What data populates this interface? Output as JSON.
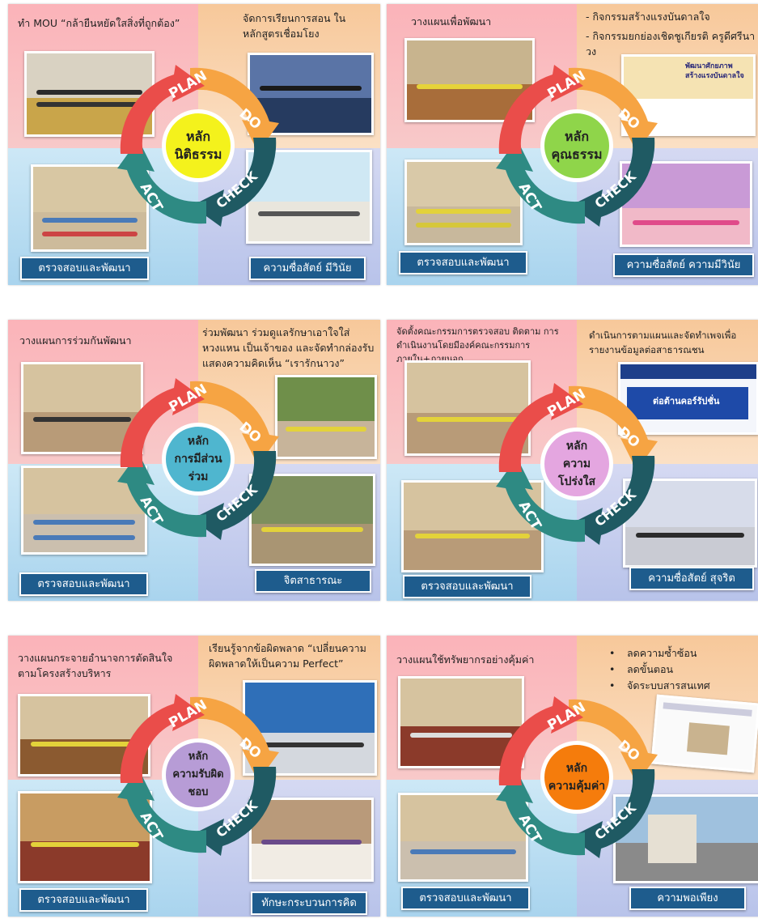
{
  "cycle_labels": {
    "plan": "PLAN",
    "do": "DO",
    "check": "CHECK",
    "act": "ACT"
  },
  "colors": {
    "plan": "#ea4d4a",
    "do": "#f6a443",
    "check": "#1f5a63",
    "act": "#2e8a83",
    "label_bg": "#1e5c8d"
  },
  "panels": [
    {
      "plan_text": "ทำ MOU “กล้ายืนหยัดใสสิ่งที่ถูกต้อง”",
      "do_text": "จัดการเรียนการสอน ในหลักสูตรเชื่อมโยง",
      "center_line1": "หลัก",
      "center_line2": "นิติธรรม",
      "center_color": "#f4f21c",
      "check_label": "ตรวจสอบและพัฒนา",
      "result_label": "ความซื่อสัตย์ มีวินัย"
    },
    {
      "plan_text": "วางแผนเพื่อพัฒนา",
      "do_lines": [
        "- กิจกรรมสร้างแรงบันดาลใจ",
        "- กิจกรรมยกย่องเชิดชูเกียรติ ครูดีศรีนาวง"
      ],
      "do_image_text": "พัฒนาศักยภาพ สร้างแรงบันดาลใจ",
      "center_line1": "หลัก",
      "center_line2": "คุณธรรม",
      "center_color": "#8fd54a",
      "check_label": "ตรวจสอบและพัฒนา",
      "result_label": "ความซื่อสัตย์ ความมีวินัย"
    },
    {
      "plan_text": "วางแผนการร่วมกันพัฒนา",
      "do_text": "ร่วมพัฒนา ร่วมดูแลรักษาเอาใจใส่ หวงแหน เป็นเจ้าของ และจัดทำกล่องรับแสดงความคิดเห็น “เรารักนาวง”",
      "center_line1": "หลัก",
      "center_line2": "การมีส่วนร่วม",
      "center_color": "#4fb6cf",
      "check_label": "ตรวจสอบและพัฒนา",
      "result_label": "จิตสาธารณะ"
    },
    {
      "plan_text": "จัดตั้งคณะกรรมการตรวจสอบ ติดตาม การดำเนินงานโดยมีองค์คณะกรรมการภายใน+ภายนอก",
      "do_text": "ดำเนินการตามแผนและจัดทำเพจเพื่อ รายงานข้อมูลต่อสาธารณชน",
      "do_image_text": "ต่อต้านคอร์รัปชั่น",
      "center_line1": "หลัก",
      "center_line2": "ความโปร่งใส",
      "center_color": "#e4a6e0",
      "check_label": "ตรวจสอบและพัฒนา",
      "result_label": "ความซื่อสัตย์ สุจริต"
    },
    {
      "plan_text": "วางแผนกระจายอำนาจการตัดสินใจ ตามโครงสร้างบริหาร",
      "do_text": "เรียนรู้จากข้อผิดพลาด “เปลี่ยนความผิดพลาดให้เป็นความ Perfect”",
      "center_line1": "หลัก",
      "center_line2": "ความรับผิดชอบ",
      "center_color": "#b79cd6",
      "check_label": "ตรวจสอบและพัฒนา",
      "result_label": "ทักษะกระบวนการคิด"
    },
    {
      "plan_text": "วางแผนใช้ทรัพยากรอย่างคุ้มค่า",
      "do_bullets": [
        "ลดความซ้ำซ้อน",
        "ลดขั้นตอน",
        "จัดระบบสารสนเทศ"
      ],
      "center_line1": "หลัก",
      "center_line2": "ความคุ้มค่า",
      "center_color": "#f57c0c",
      "check_label": "ตรวจสอบและพัฒนา",
      "result_label": "ความพอเพียง"
    }
  ]
}
